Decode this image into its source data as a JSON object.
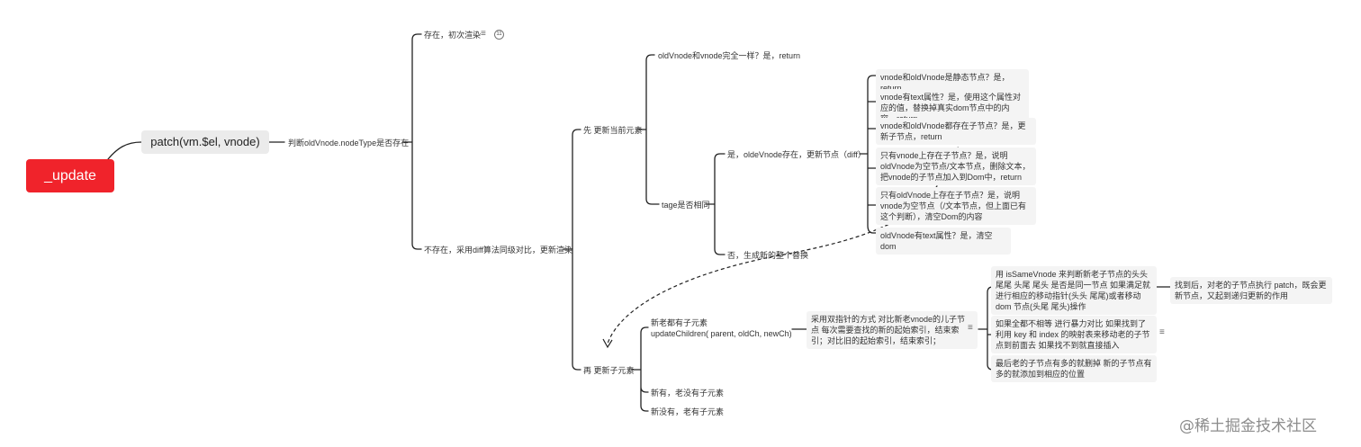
{
  "root": {
    "label": "_update",
    "color": "#f0232b"
  },
  "patch": {
    "label": "patch(vm.$el, vnode)"
  },
  "judge": {
    "label": "判断oldVnode.nodeType是否存在"
  },
  "exists": {
    "label": "存在，初次渲染",
    "note_icon": "≡",
    "badge": "11"
  },
  "not_exists": {
    "label": "不存在，采用diff算法同级对比，更新渲染"
  },
  "first_update": {
    "label": "先 更新当前元素"
  },
  "same": {
    "label": "oldVnode和vnode完全一样？是，return"
  },
  "tag_same": {
    "label": "tage是否相同"
  },
  "yes_exists": {
    "label": "是，oldeVnode存在，更新节点（diff）"
  },
  "no_replace": {
    "label": "否，生成新的整个替换"
  },
  "static": {
    "label": "vnode和oldVnode是静态节点？是，return"
  },
  "has_text": {
    "label": "vnode有text属性？是，使用这个属性对应的值，替换掉真实dom节点中的内容，return"
  },
  "both_children": {
    "label": "vnode和oldVnode都存在子节点？是，更新子节点，return"
  },
  "only_vnode": {
    "label": "只有vnode上存在子节点？是，说明oldVnode为空节点/文本节点，删除文本，把vnode的子节点加入到Dom中，return"
  },
  "only_old": {
    "label": "只有oldVnode上存在子节点？是，说明vnode为空节点（/文本节点，但上面已有这个判断），清空Dom的内容"
  },
  "old_text": {
    "label": "oldVnode有text属性？是，清空dom"
  },
  "then_children": {
    "label": "再 更新子元素"
  },
  "both_have": {
    "line1": "新老都有子元素",
    "line2": "updateChildren( parent, oldCh, newCh)"
  },
  "new_only": {
    "label": "新有，老没有子元素"
  },
  "old_only": {
    "label": "新没有，老有子元素"
  },
  "double_pointer": {
    "label": "采用双指针的方式 对比新老vnode的儿子节点 每次需要查找的新的起始索引，结束索引；对比旧的起始索引，结束索引；",
    "note_icon": "≡"
  },
  "same_vnode": {
    "label": "用 isSameVnode 来判断新老子节点的头头 尾尾 头尾 尾头 是否是同一节点 如果满足就进行相应的移动指针(头头 尾尾)或者移动 dom 节点(头尾 尾头)操作"
  },
  "found_after": {
    "label": "找到后，对老的子节点执行 patch，既会更新节点，又起到递归更新的作用"
  },
  "brute": {
    "label": "如果全都不相等 进行暴力对比 如果找到了利用 key 和 index 的映射表来移动老的子节点到前面去 如果找不到就直接插入",
    "note_icon": "≡"
  },
  "remainder": {
    "label": "最后老的子节点有多的就删掉 新的子节点有多的就添加到相应的位置"
  },
  "watermark": {
    "label": "@稀土掘金技术社区"
  }
}
